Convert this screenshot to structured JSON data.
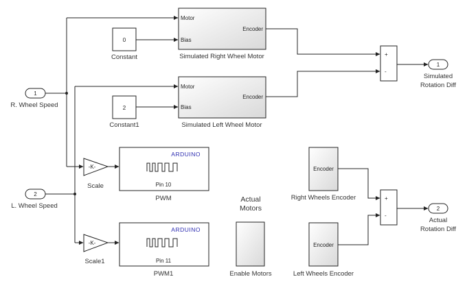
{
  "inports": [
    {
      "number": "1",
      "label": "R. Wheel Speed"
    },
    {
      "number": "2",
      "label": "L. Wheel Speed"
    }
  ],
  "outports": [
    {
      "number": "1",
      "label_line1": "Simulated",
      "label_line2": "Rotation Diff"
    },
    {
      "number": "2",
      "label_line1": "Actual",
      "label_line2": "Rotation Diff"
    }
  ],
  "constants": [
    {
      "value": "0",
      "label": "Constant"
    },
    {
      "value": "2",
      "label": "Constant1"
    }
  ],
  "motors": [
    {
      "label": "Simulated Right Wheel Motor",
      "in_motor": "Motor",
      "in_bias": "Bias",
      "out": "Encoder"
    },
    {
      "label": "Simulated Left Wheel Motor",
      "in_motor": "Motor",
      "in_bias": "Bias",
      "out": "Encoder"
    }
  ],
  "gains": [
    {
      "text": "-K-",
      "label": "Scale"
    },
    {
      "text": "-K-",
      "label": "Scale1"
    }
  ],
  "pwm": [
    {
      "header": "ARDUINO",
      "pin": "Pin 10",
      "label": "PWM"
    },
    {
      "header": "ARDUINO",
      "pin": "Pin 11",
      "label": "PWM1"
    }
  ],
  "enable_motors": {
    "title_line1": "Actual",
    "title_line2": "Motors",
    "label": "Enable Motors"
  },
  "encoders": [
    {
      "text": "Encoder",
      "label": "Right Wheels Encoder"
    },
    {
      "text": "Encoder",
      "label": "Left Wheels Encoder"
    }
  ],
  "sums": [
    {
      "plus": "+",
      "minus": "-"
    },
    {
      "plus": "+",
      "minus": "-"
    }
  ]
}
